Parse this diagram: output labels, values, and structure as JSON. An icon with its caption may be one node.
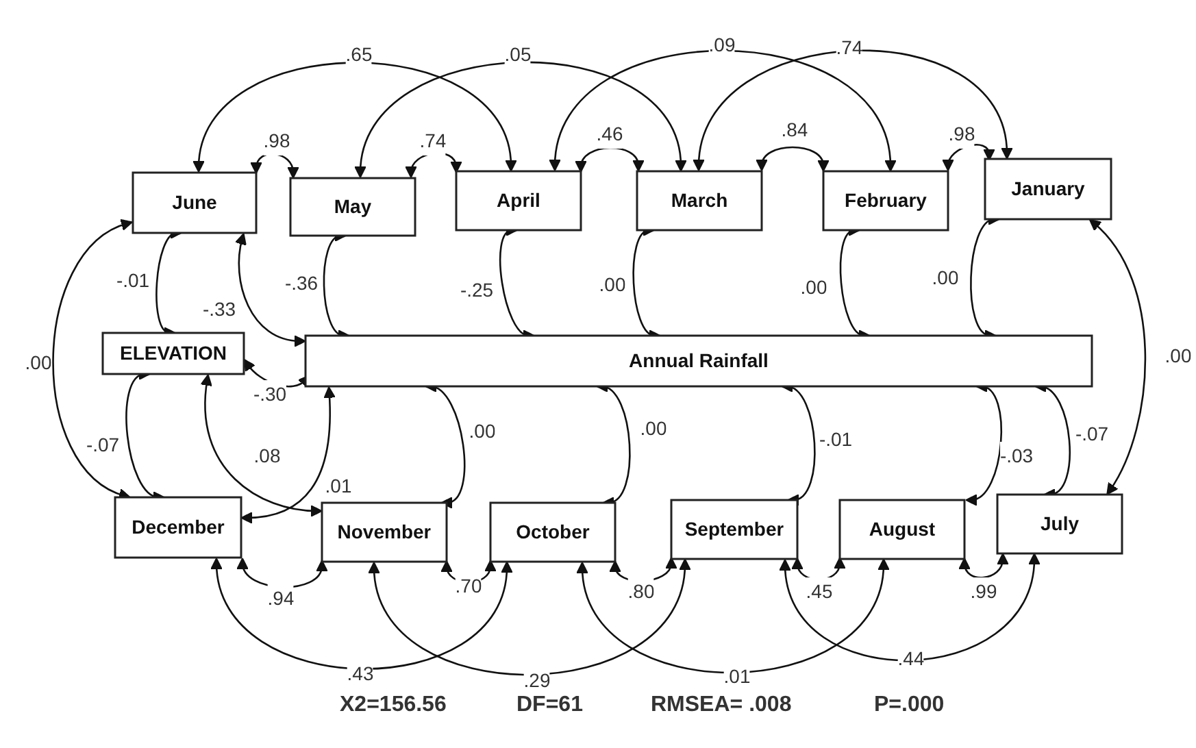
{
  "diagram": {
    "nodes": [
      {
        "text": [
          "June"
        ]
      },
      {
        "text": [
          "May"
        ]
      },
      {
        "text": [
          "April"
        ]
      },
      {
        "text": [
          "March"
        ]
      },
      {
        "text": [
          "February"
        ]
      },
      {
        "text": [
          "January"
        ]
      },
      {
        "text": [
          "ELEVATION"
        ]
      },
      {
        "text": [
          "Annual   Rainfall"
        ]
      },
      {
        "text": [
          "December"
        ]
      },
      {
        "text": [
          "November"
        ]
      },
      {
        "text": [
          "October"
        ]
      },
      {
        "text": [
          "September"
        ]
      },
      {
        "text": [
          "August"
        ]
      },
      {
        "text": [
          "July"
        ]
      }
    ],
    "edges": [
      {
        "from": 0,
        "to": 2,
        "arrow": "both",
        "label": ".65"
      },
      {
        "from": 1,
        "to": 3,
        "arrow": "both",
        "label": ".05"
      },
      {
        "from": 2,
        "to": 4,
        "arrow": "both",
        "label": ".09"
      },
      {
        "from": 3,
        "to": 5,
        "arrow": "both",
        "label": ".74"
      },
      {
        "from": 0,
        "to": 1,
        "arrow": "both",
        "label": ".98"
      },
      {
        "from": 1,
        "to": 2,
        "arrow": "both",
        "label": ".74"
      },
      {
        "from": 2,
        "to": 3,
        "arrow": "both",
        "label": ".46"
      },
      {
        "from": 3,
        "to": 4,
        "arrow": "both",
        "label": ".84"
      },
      {
        "from": 4,
        "to": 5,
        "arrow": "both",
        "label": ".98"
      },
      {
        "from": 0,
        "to": 8,
        "arrow": "both",
        "label": ".00"
      },
      {
        "from": 0,
        "to": 6,
        "arrow": "both",
        "label": "-.01"
      },
      {
        "from": 0,
        "to": 7,
        "arrow": "both",
        "label": "-.33"
      },
      {
        "from": 1,
        "to": 7,
        "arrow": "both",
        "label": "-.36"
      },
      {
        "from": 2,
        "to": 7,
        "arrow": "both",
        "label": "-.25"
      },
      {
        "from": 3,
        "to": 7,
        "arrow": "both",
        "label": ".00"
      },
      {
        "from": 4,
        "to": 7,
        "arrow": "both",
        "label": ".00"
      },
      {
        "from": 5,
        "to": 7,
        "arrow": "both",
        "label": ".00"
      },
      {
        "from": 5,
        "to": 13,
        "arrow": "both",
        "label": ".00"
      },
      {
        "from": 6,
        "to": 7,
        "arrow": "both",
        "label": "-.30"
      },
      {
        "from": 6,
        "to": 8,
        "arrow": "both",
        "label": "-.07"
      },
      {
        "from": 7,
        "to": 8,
        "arrow": "both",
        "label": ".01"
      },
      {
        "from": 6,
        "to": 9,
        "arrow": "both",
        "label": ".08"
      },
      {
        "from": 7,
        "to": 9,
        "arrow": "both",
        "label": ".00"
      },
      {
        "from": 7,
        "to": 10,
        "arrow": "both",
        "label": ".00"
      },
      {
        "from": 7,
        "to": 11,
        "arrow": "both",
        "label": "-.01"
      },
      {
        "from": 7,
        "to": 12,
        "arrow": "both",
        "label": "-.03"
      },
      {
        "from": 7,
        "to": 13,
        "arrow": "both",
        "label": "-.07"
      },
      {
        "from": 8,
        "to": 9,
        "arrow": "both",
        "label": ".94"
      },
      {
        "from": 9,
        "to": 10,
        "arrow": "both",
        "label": ".70"
      },
      {
        "from": 10,
        "to": 11,
        "arrow": "both",
        "label": ".80"
      },
      {
        "from": 11,
        "to": 12,
        "arrow": "both",
        "label": ".45"
      },
      {
        "from": 12,
        "to": 13,
        "arrow": "both",
        "label": ".99"
      },
      {
        "from": 8,
        "to": 10,
        "arrow": "both",
        "label": ".43"
      },
      {
        "from": 9,
        "to": 11,
        "arrow": "both",
        "label": ".29"
      },
      {
        "from": 10,
        "to": 12,
        "arrow": "both",
        "label": ".01"
      },
      {
        "from": 11,
        "to": 13,
        "arrow": "both",
        "label": ".44"
      }
    ],
    "labels": [
      "X2=156.56",
      "DF=61",
      "RMSEA= .008",
      "P=.000"
    ]
  }
}
